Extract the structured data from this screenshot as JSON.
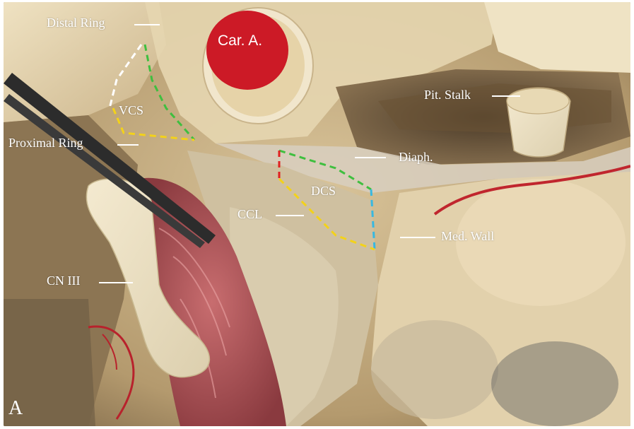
{
  "panel_letter": "A",
  "labels": {
    "distal_ring": "Distal Ring",
    "car_a": "Car. A.",
    "pit_stalk": "Pit. Stalk",
    "vcs": "VCS",
    "proximal_ring": "Proximal Ring",
    "diaph": "Diaph.",
    "dcs": "DCS",
    "ccl": "CCL",
    "med_wall": "Med. Wall",
    "cn_iii": "CN III"
  },
  "colors": {
    "label_text": "#ffffff",
    "outline_green": "#3fbf3f",
    "outline_yellow": "#f3d21a",
    "outline_white": "#ffffff",
    "outline_red": "#e02020",
    "outline_cyan": "#38b8e0",
    "artery_lumen": "#cc1a26"
  }
}
